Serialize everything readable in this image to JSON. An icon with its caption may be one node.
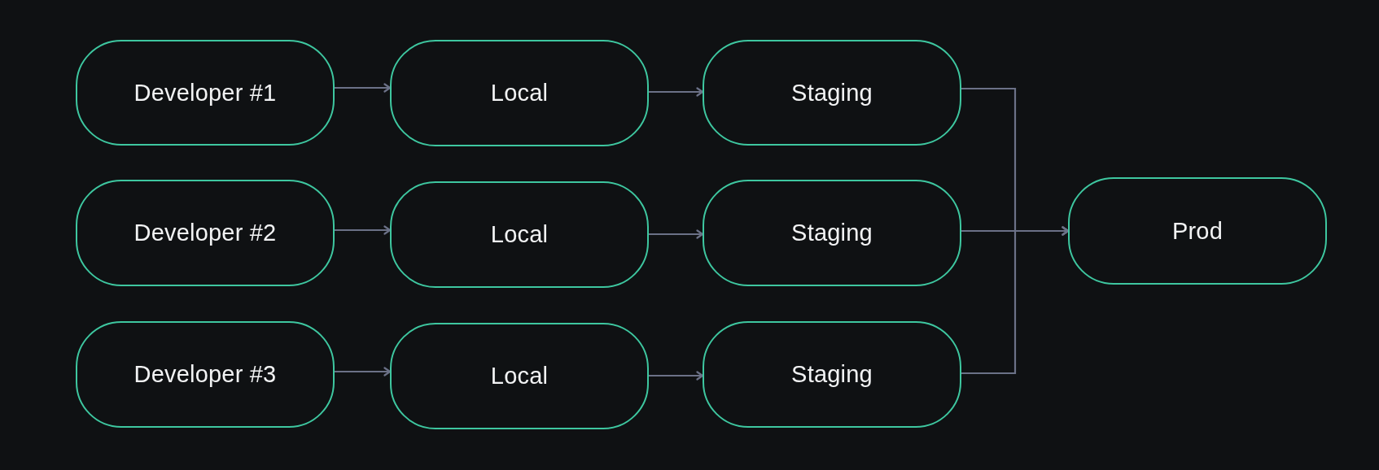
{
  "diagram": {
    "nodes": [
      {
        "text": [
          "Developer #1"
        ]
      },
      {
        "text": [
          "Local"
        ]
      },
      {
        "text": [
          "Staging"
        ]
      },
      {
        "text": [
          "Developer #2"
        ]
      },
      {
        "text": [
          "Local"
        ]
      },
      {
        "text": [
          "Staging"
        ]
      },
      {
        "text": [
          "Prod"
        ]
      },
      {
        "text": [
          "Developer #3"
        ]
      },
      {
        "text": [
          "Local"
        ]
      },
      {
        "text": [
          "Staging"
        ]
      }
    ],
    "edges": [
      {
        "from": 0,
        "to": 1,
        "arrow": "to"
      },
      {
        "from": 1,
        "to": 2,
        "arrow": "to"
      },
      {
        "from": 2,
        "to": 6,
        "arrow": "to"
      },
      {
        "from": 3,
        "to": 4,
        "arrow": "to"
      },
      {
        "from": 4,
        "to": 5,
        "arrow": "to"
      },
      {
        "from": 5,
        "to": 6,
        "arrow": "to"
      },
      {
        "from": 7,
        "to": 8,
        "arrow": "to"
      },
      {
        "from": 8,
        "to": 9,
        "arrow": "to"
      },
      {
        "from": 9,
        "to": 6,
        "arrow": "to"
      }
    ]
  }
}
